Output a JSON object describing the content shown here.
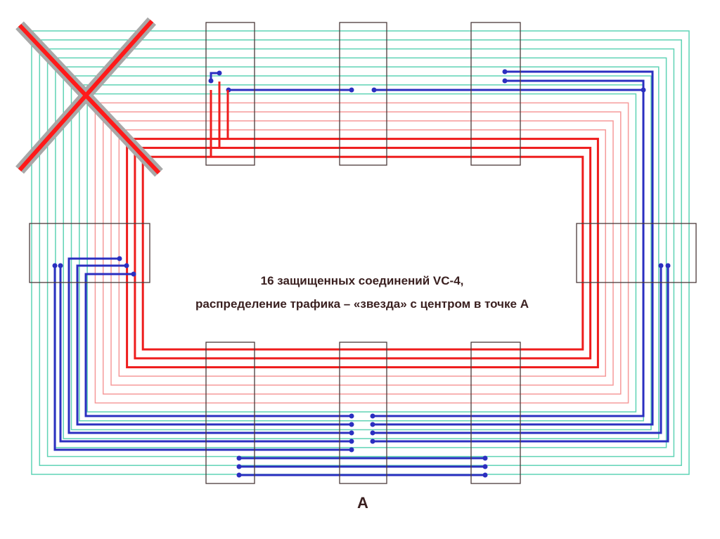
{
  "caption": {
    "line1": "16 защищенных соединений VC-4,",
    "line2": "распределение трафика – «звезда» с центром в точке А"
  },
  "node_label": "A",
  "colors": {
    "spare": "#5fd3b5",
    "working_light": "#f59a9a",
    "working": "#ee1c1c",
    "protection": "#2b2fc0",
    "box": "#4a3a3a",
    "cross_grey": "#a8a8a8",
    "cross_red": "#ff1a1a"
  }
}
